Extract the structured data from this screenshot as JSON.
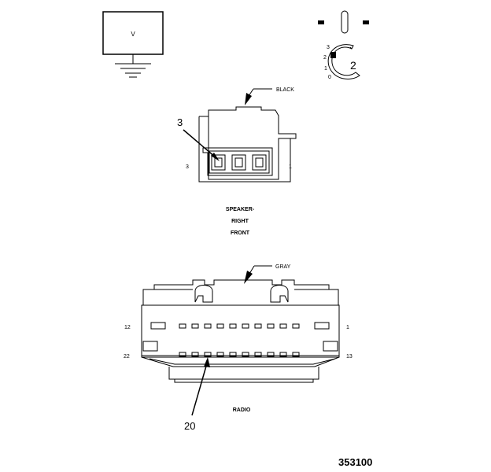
{
  "voltmeter": {
    "symbol": "V"
  },
  "switch_symbol": {
    "positions": [
      "3",
      "2",
      "1",
      "0"
    ],
    "callout": "2"
  },
  "speaker_connector": {
    "color": "BLACK",
    "callout": "3",
    "pin_left": "3",
    "pin_right": "1",
    "title_lines": [
      "SPEAKER-",
      "RIGHT",
      "FRONT"
    ]
  },
  "radio_connector": {
    "color": "GRAY",
    "pin_top_left": "12",
    "pin_top_right": "1",
    "pin_bottom_left": "22",
    "pin_bottom_right": "13",
    "title": "RADIO",
    "callout": "20"
  },
  "figure_number": "353100"
}
